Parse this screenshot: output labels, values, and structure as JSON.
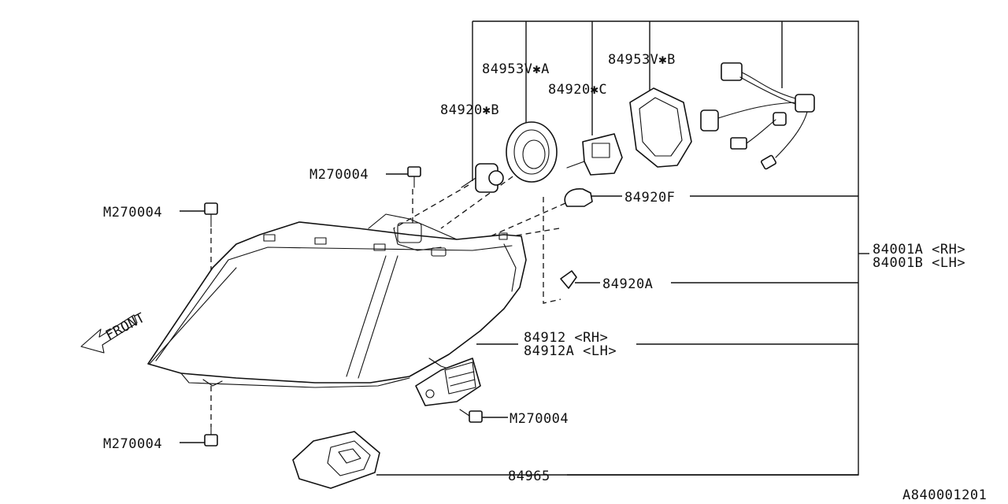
{
  "diagram_id": "A840001201",
  "front_label": "FRONT",
  "labels": {
    "p84953v_a": "84953V✱A",
    "p84953v_b": "84953V✱B",
    "p84920_c": "84920✱C",
    "p84920_b": "84920✱B",
    "bolt_top": "M270004",
    "bolt_left": "M270004",
    "p84920f": "84920F",
    "p84001a": "84001A <RH>",
    "p84001b": "84001B <LH>",
    "p84920a": "84920A",
    "p84912": "84912  <RH>",
    "p84912a": "84912A <LH>",
    "bolt_ballast": "M270004",
    "bolt_bottom": "M270004",
    "p84965": "84965"
  }
}
